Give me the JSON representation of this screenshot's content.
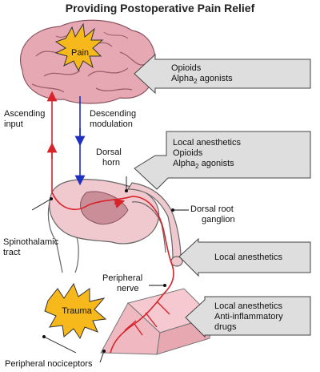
{
  "title": "Providing Postoperative Pain Relief",
  "bursts": {
    "pain": "Pain",
    "trauma": "Trauma"
  },
  "labels": {
    "ascending_line1": "Ascending",
    "ascending_line2": "input",
    "descending_line1": "Descending",
    "descending_line2": "modulation",
    "dorsal_horn_line1": "Dorsal",
    "dorsal_horn_line2": "horn",
    "drg_line1": "Dorsal root",
    "drg_line2": "ganglion",
    "spino_line1": "Spinothalamic",
    "spino_line2": "tract",
    "peripheral_nerve_line1": "Peripheral",
    "peripheral_nerve_line2": "nerve",
    "nociceptors": "Peripheral nociceptors"
  },
  "boxes": {
    "brain": {
      "line1": "Opioids",
      "line2_main": "Alpha",
      "line2_sub": "2",
      "line2_tail": " agonists"
    },
    "spinal": {
      "line1": "Local anesthetics",
      "line2": "Opioids",
      "line3_main": "Alpha",
      "line3_sub": "2",
      "line3_tail": " agonists"
    },
    "nerve": {
      "line1": "Local anesthetics"
    },
    "tissue": {
      "line1": "Local anesthetics",
      "line2": "Anti-inflammatory",
      "line3": "drugs"
    }
  },
  "colors": {
    "ascending": "#d8232a",
    "descending": "#1f2fbf",
    "brain": "#e6a9b3",
    "burst": "#f7b81b",
    "box": "#dedede"
  }
}
